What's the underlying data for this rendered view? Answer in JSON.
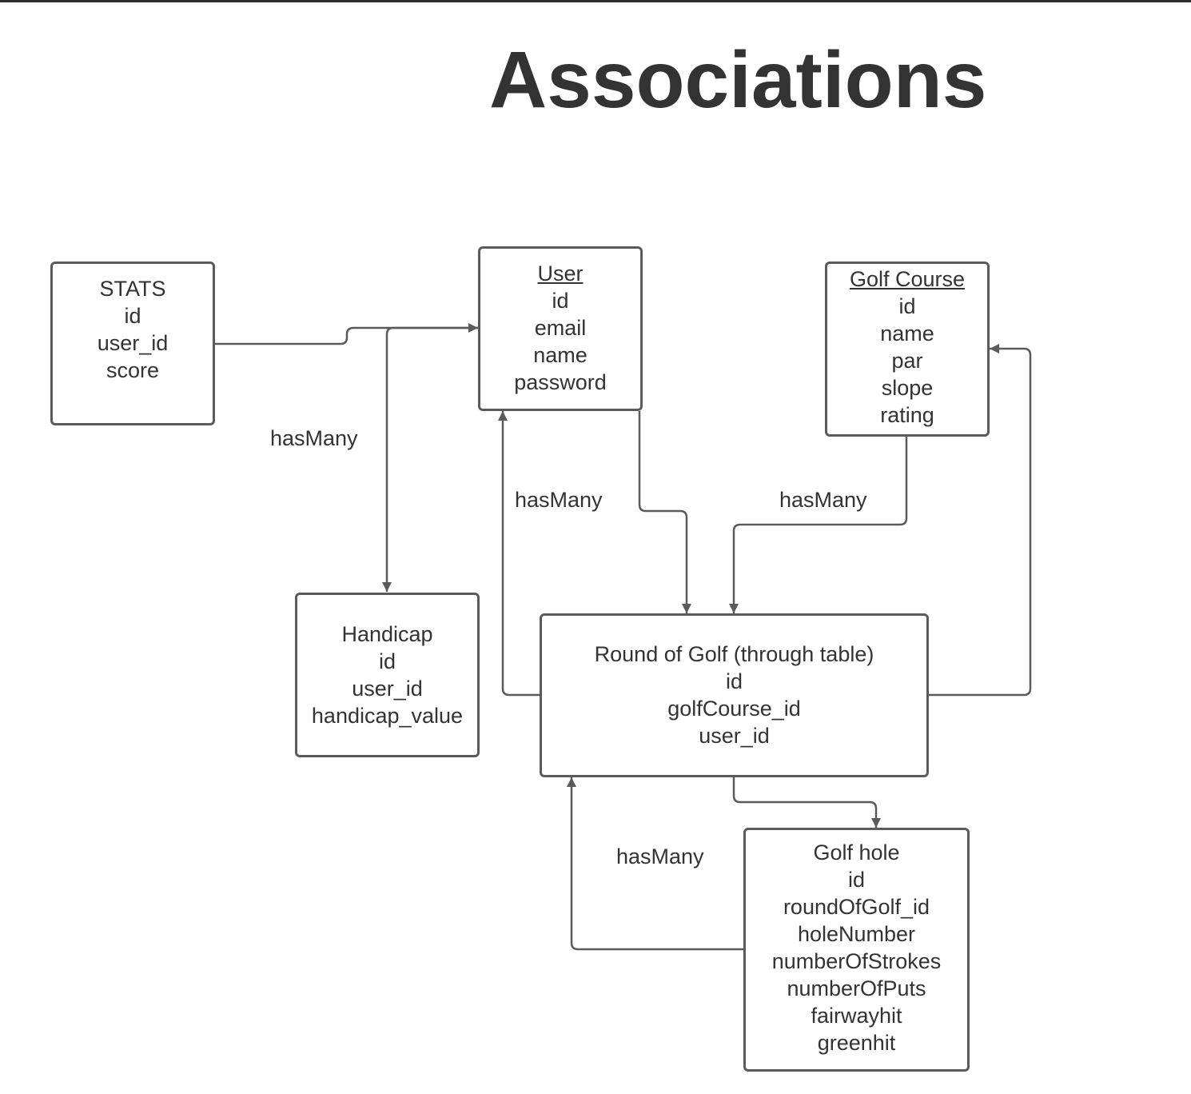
{
  "title": "Associations",
  "colors": {
    "line": "#5b5b5b",
    "text": "#333333",
    "background": "#ffffff"
  },
  "entities": {
    "stats": {
      "name": "STATS",
      "fields": [
        "id",
        "user_id",
        "score"
      ]
    },
    "user": {
      "name": "User",
      "fields": [
        "id",
        "email",
        "name",
        "password"
      ]
    },
    "golf_course": {
      "name": "Golf Course",
      "fields": [
        "id",
        "name",
        "par",
        "slope",
        "rating"
      ]
    },
    "handicap": {
      "name": "Handicap",
      "fields": [
        "id",
        "user_id",
        "handicap_value"
      ]
    },
    "round_of_golf": {
      "name": "Round of Golf (through table)",
      "fields": [
        "id",
        "golfCourse_id",
        "user_id"
      ]
    },
    "golf_hole": {
      "name": "Golf hole",
      "fields": [
        "id",
        "roundOfGolf_id",
        "holeNumber",
        "numberOfStrokes",
        "numberOfPuts",
        "fairwayhit",
        "greenhit"
      ]
    }
  },
  "relationship_labels": {
    "user_handicap": "hasMany",
    "user_round": "hasMany",
    "course_round": "hasMany",
    "round_hole": "hasMany"
  }
}
